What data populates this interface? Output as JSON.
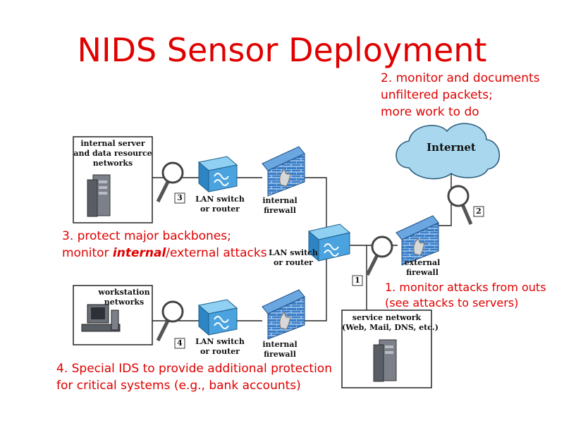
{
  "title": "NIDS Sensor Deployment",
  "notes": {
    "n2": [
      "2. monitor and documents",
      "unfiltered packets;",
      "more work to do"
    ],
    "n3_line1": "3. protect major backbones;",
    "n3_line2_pre": "monitor ",
    "n3_line2_em": "internal",
    "n3_line2_post": "/external attacks",
    "n1": [
      "1. monitor attacks from outs",
      "(see attacks to servers)"
    ],
    "n4": [
      "4. Special IDS to provide additional protection",
      "for critical systems (e.g., bank accounts)"
    ]
  },
  "labels": {
    "server_box": [
      "internal server",
      "and data resource",
      "networks"
    ],
    "workstation_box": [
      "workstation",
      "networks"
    ],
    "internet": "Internet",
    "lan_switch": [
      "LAN switch",
      "or router"
    ],
    "internal_firewall": [
      "internal",
      "firewall"
    ],
    "center_switch": [
      "LAN switch",
      "or router"
    ],
    "external_firewall": [
      "external",
      "firewall"
    ],
    "service_box": [
      "service network",
      "(Web, Mail, DNS, etc.)"
    ],
    "sensors": [
      "1",
      "2",
      "3",
      "4"
    ]
  },
  "colors": {
    "accent": "#e00000",
    "switch": "#4aa3df",
    "firewall": "#3b7fc9",
    "cloud": "#a9d8ee"
  }
}
